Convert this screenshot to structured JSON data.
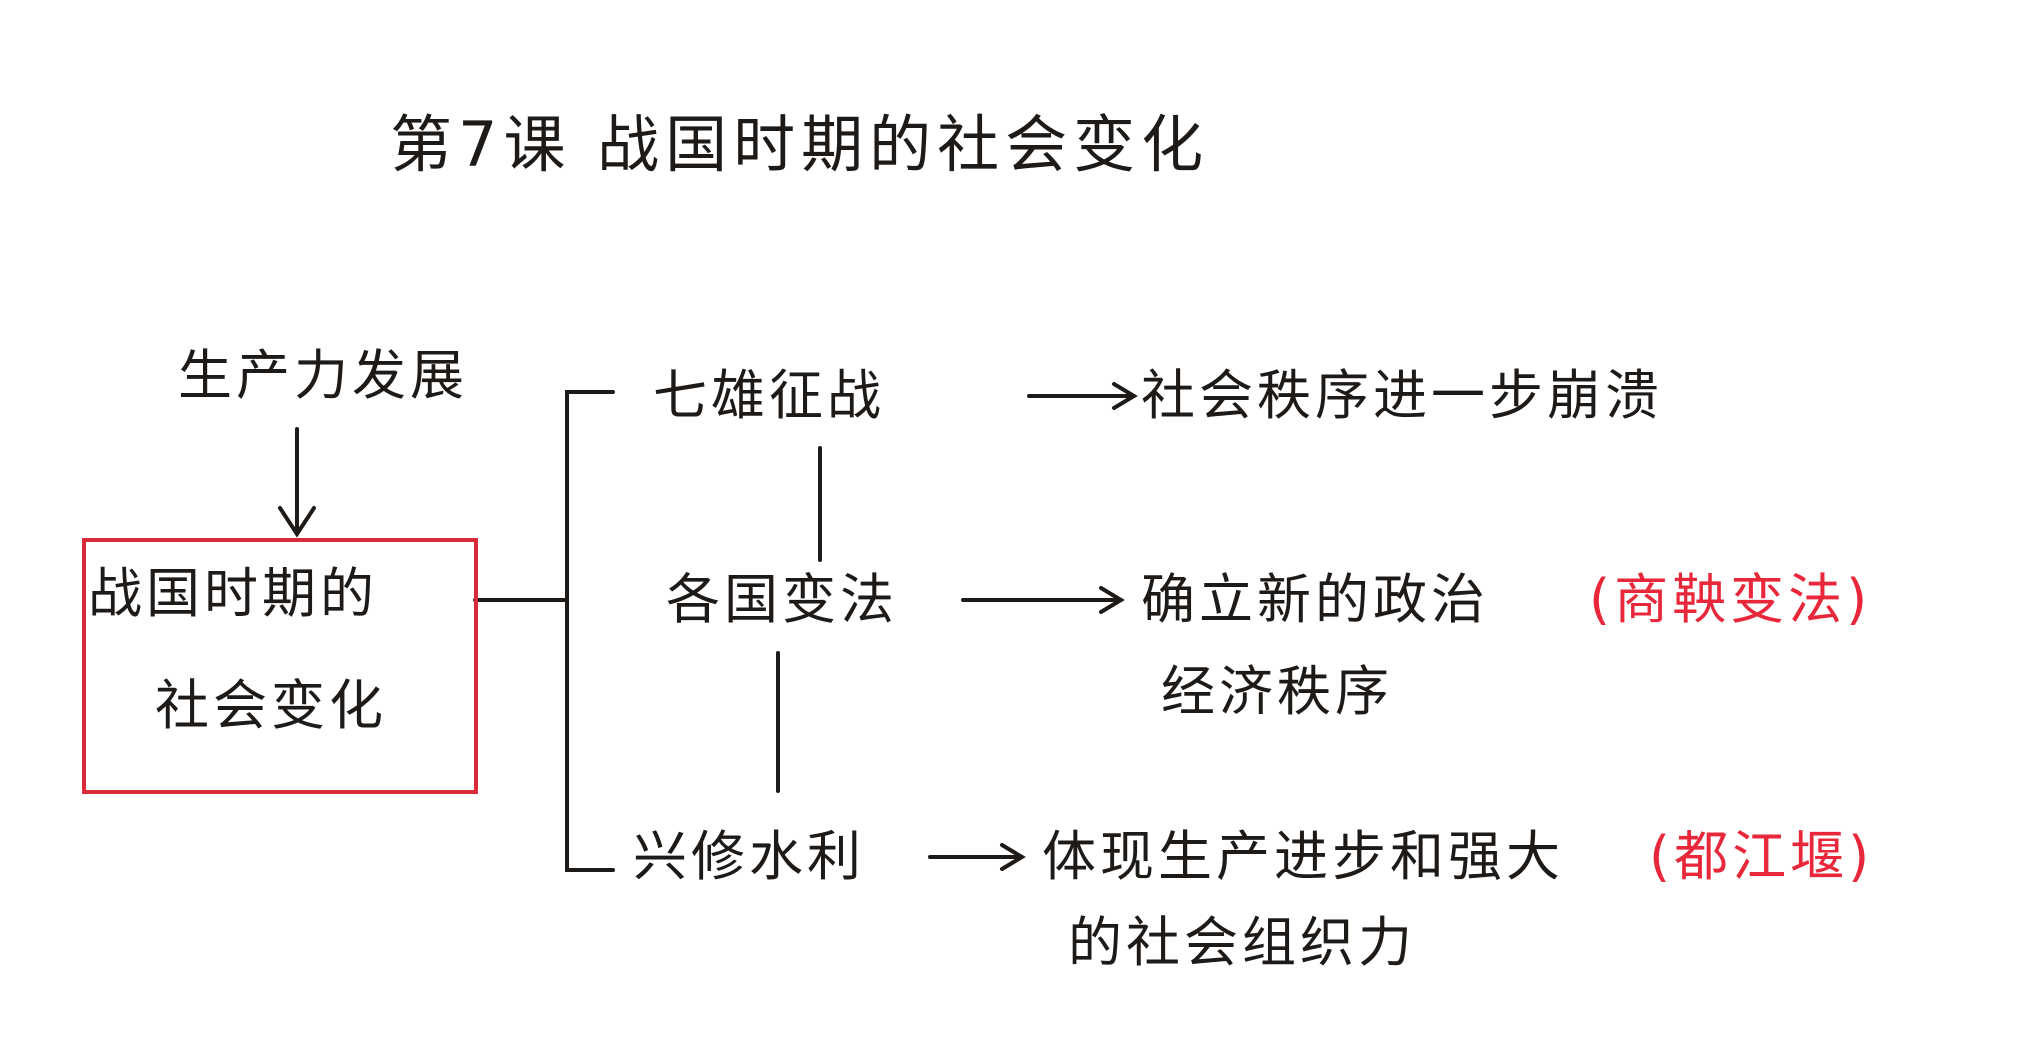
{
  "title": "第7课  战国时期的社会变化",
  "cause": "生产力发展",
  "center": {
    "line1": "战国时期的",
    "line2": "社会变化"
  },
  "branches": [
    {
      "topic": "七雄征战",
      "result": "社会秩序进一步崩溃"
    },
    {
      "topic": "各国变法",
      "result_line1": "确立新的政治",
      "result_line2": "经济秩序",
      "example": "(商鞅变法)"
    },
    {
      "topic": "兴修水利",
      "result_line1": "体现生产进步和强大",
      "result_line2": "的社会组织力",
      "example": "(都江堰)"
    }
  ],
  "colors": {
    "ink": "#1e1a17",
    "highlight": "#e8283a"
  }
}
